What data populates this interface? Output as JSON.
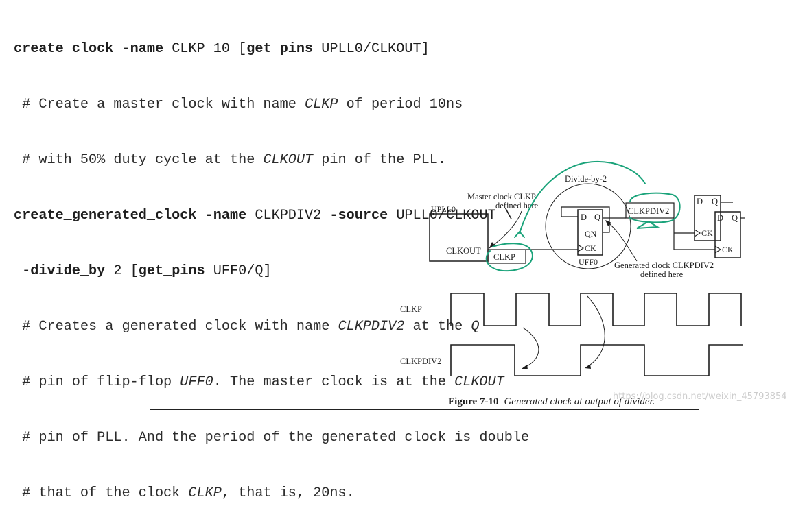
{
  "code": {
    "l1": {
      "cmd": "create_clock",
      "opt1": "-name",
      "arg1": " CLKP 10 [",
      "sub": "get_pins",
      "arg2": " UPLL0/CLKOUT]"
    },
    "c1": {
      "pre": " # Create a master clock with name ",
      "it": "CLKP",
      "post": " of period 10ns"
    },
    "c2": {
      "pre": " # with 50% duty cycle at the ",
      "it": "CLKOUT",
      "post": " pin of the PLL."
    },
    "l2": {
      "cmd": "create_generated_clock",
      "opt1": "-name",
      "arg1": " CLKPDIV2 ",
      "opt2": "-source",
      "arg2": " UPLL0/CLKOUT \\"
    },
    "l3": {
      "pre": " ",
      "opt": "-divide_by",
      "arg1": " 2 [",
      "sub": "get_pins",
      "arg2": " UFF0/Q]"
    },
    "c3": {
      "pre": " # Creates a generated clock with name ",
      "it1": "CLKPDIV2",
      "mid": " at the ",
      "it2": "Q"
    },
    "c4": {
      "pre": " # pin of flip-flop ",
      "it1": "UFF0",
      "mid": ". The master clock is at the ",
      "it2": "CLKOUT"
    },
    "c5": {
      "text": " # pin of PLL. And the period of the generated clock is double"
    },
    "c6": {
      "pre": " # that of the clock ",
      "it": "CLKP",
      "post": ", that is, 20ns."
    }
  },
  "diagram": {
    "upll0": "UPLL0",
    "clkout": "CLKOUT",
    "clkp_box": "CLKP",
    "master_note_1": "Master clock CLKP",
    "master_note_2": "defined here",
    "divide_by_2": "Divide-by-2",
    "ff_d": "D",
    "ff_q": "Q",
    "ff_qn": "QN",
    "ff_ck": "CK",
    "uff0": "UFF0",
    "clkpdiv2_box": "CLKPDIV2",
    "gen_note_1": "Generated clock CLKPDIV2",
    "gen_note_2": "defined here",
    "ff2_d": "D",
    "ff2_q": "Q",
    "ff2_ck": "CK",
    "ff3_d": "D",
    "ff3_q": "Q",
    "ff3_ck": "CK",
    "wave_clkp": "CLKP",
    "wave_clkpdiv2": "CLKPDIV2"
  },
  "caption": {
    "number": "Figure 7-10",
    "text": "Generated clock at output of divider."
  },
  "watermark": "https://blog.csdn.net/weixin_45793854",
  "colors": {
    "ink": "#1e1e1e",
    "annotation": "#1aa37a"
  }
}
